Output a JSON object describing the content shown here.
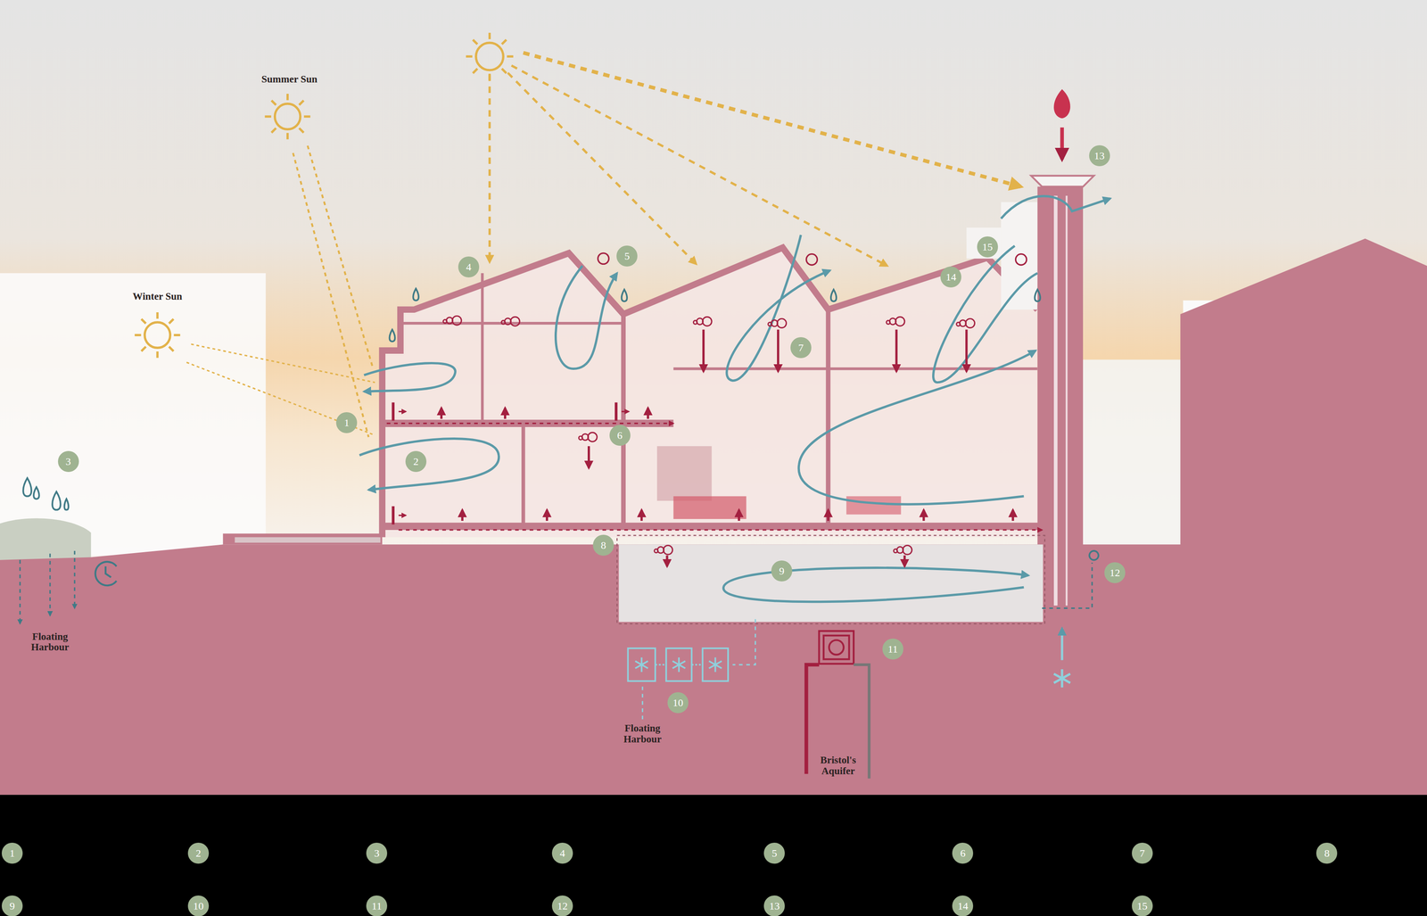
{
  "diagram": {
    "labels": [
      "Summer Sun",
      "Winter Sun",
      "1",
      "2",
      "3",
      "4",
      "5",
      "6",
      "7",
      "8",
      "9",
      "10",
      "11",
      "12",
      "13",
      "14",
      "15",
      "Floating Harbour",
      "Floating Harbour",
      "Bristol's Aquifer",
      "1",
      "2",
      "3",
      "4",
      "5",
      "6",
      "7",
      "8",
      "9",
      "10",
      "11",
      "12",
      "13",
      "14",
      "15"
    ]
  }
}
